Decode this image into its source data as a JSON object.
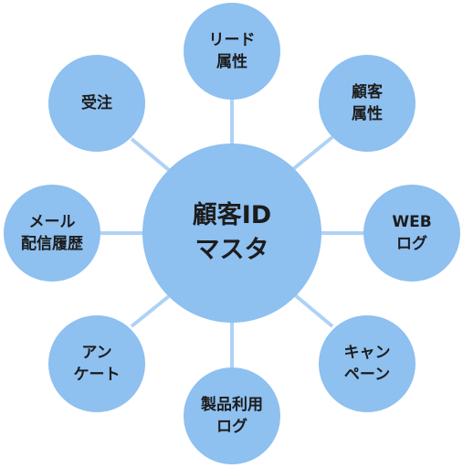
{
  "colors": {
    "node_fill": "#8ec0f0",
    "connector": "#aed2f5",
    "text": "#1c1c1c"
  },
  "hub": {
    "line1": "顧客ID",
    "line2": "マスタ"
  },
  "nodes": [
    {
      "line1": "リード",
      "line2": "属性"
    },
    {
      "line1": "顧客",
      "line2": "属性"
    },
    {
      "line1": "WEB",
      "line2": "ログ"
    },
    {
      "line1": "キャン",
      "line2": "ペーン"
    },
    {
      "line1": "製品利用",
      "line2": "ログ"
    },
    {
      "line1": "アン",
      "line2": "ケート"
    },
    {
      "line1": "メール",
      "line2": "配信履歴"
    },
    {
      "line1": "受注",
      "line2": ""
    }
  ]
}
